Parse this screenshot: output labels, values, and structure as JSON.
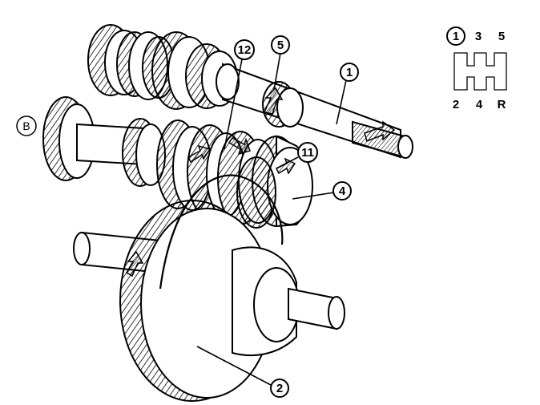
{
  "callouts": {
    "c1": "1",
    "c2": "2",
    "c4": "4",
    "c5": "5",
    "c11": "11",
    "c12": "12",
    "cB": "B"
  },
  "gear_pattern": {
    "top": [
      "1",
      "3",
      "5"
    ],
    "bottom": [
      "2",
      "4",
      "R"
    ],
    "highlighted": "1"
  },
  "colors": {
    "ink": "#000000",
    "paper": "#ffffff",
    "hatch": "#000000"
  },
  "icons": {
    "flow_arrow": "striped-arrow-icon"
  }
}
